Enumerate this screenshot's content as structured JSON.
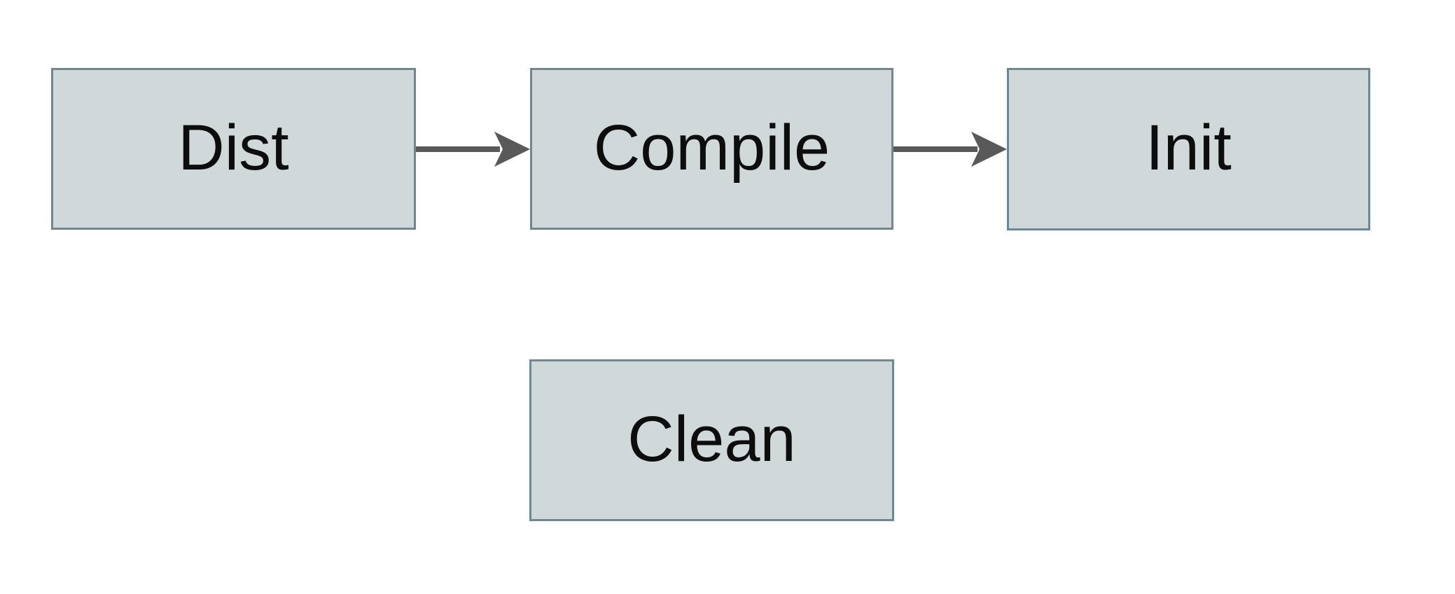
{
  "diagram": {
    "type": "flowchart",
    "nodes": [
      {
        "id": "dist",
        "label": "Dist"
      },
      {
        "id": "compile",
        "label": "Compile"
      },
      {
        "id": "init",
        "label": "Init"
      },
      {
        "id": "clean",
        "label": "Clean"
      }
    ],
    "edges": [
      {
        "from": "dist",
        "to": "compile",
        "style": "arrow"
      },
      {
        "from": "compile",
        "to": "init",
        "style": "arrow"
      }
    ],
    "colors": {
      "canvas_bg": "#ffffff",
      "node_fill": "#d1d8da",
      "node_border": "#6b8894",
      "node_text": "#0d0d0d",
      "arrow": "#595959"
    }
  }
}
